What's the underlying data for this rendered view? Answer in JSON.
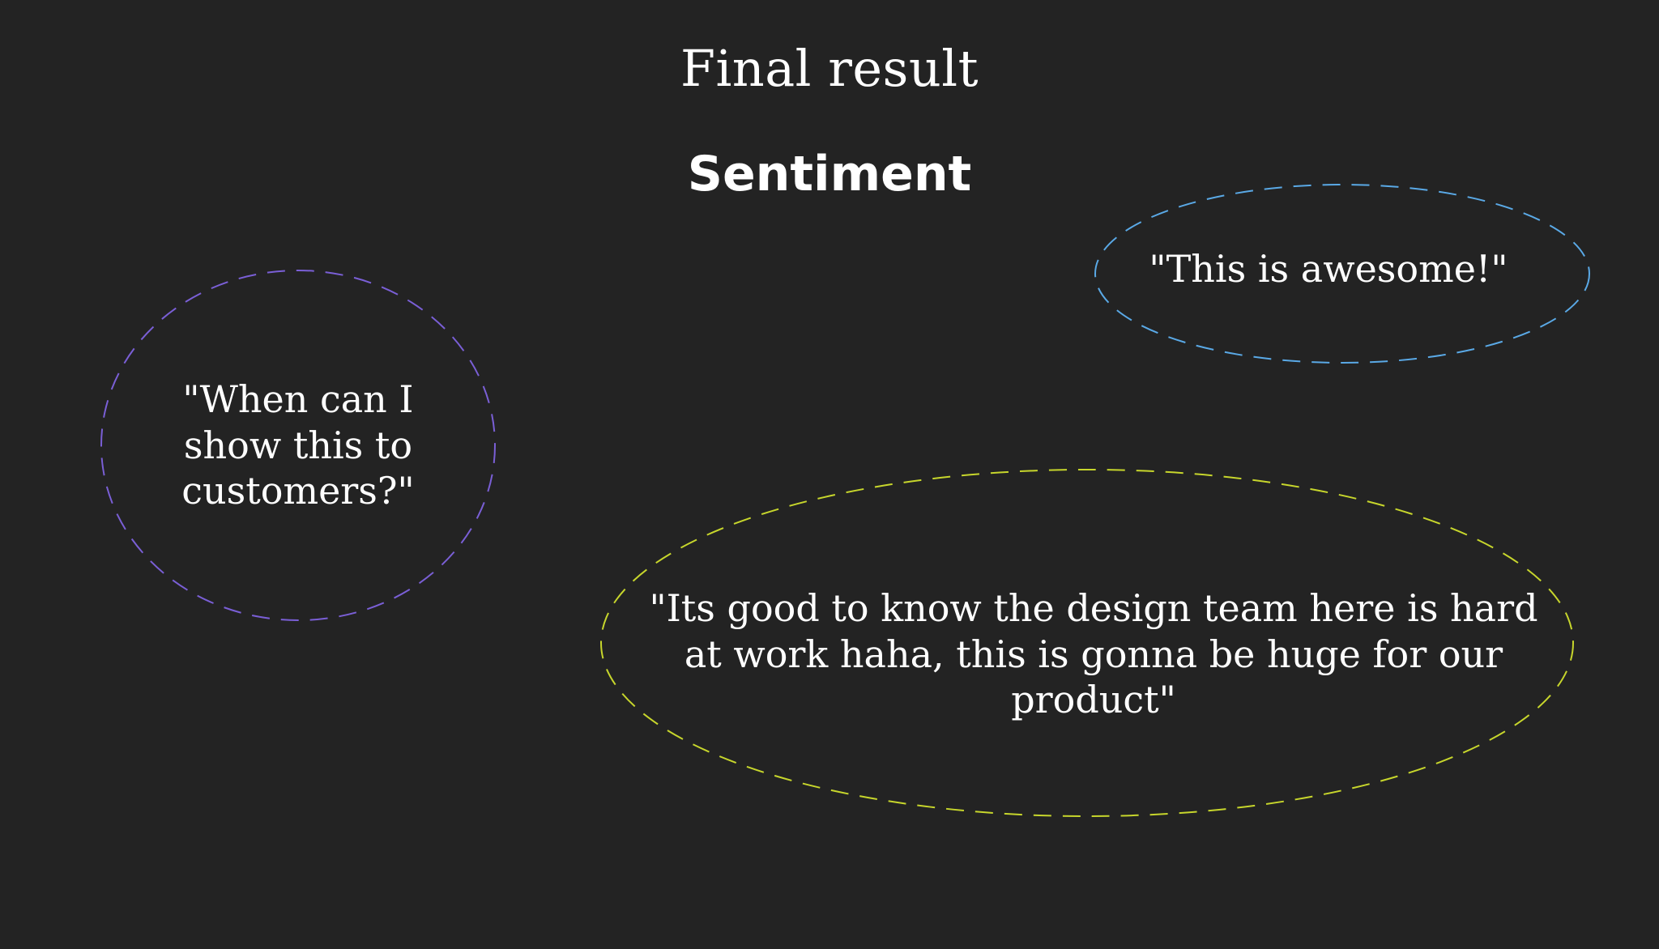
{
  "slide": {
    "title": "Final result",
    "section_title": "Sentiment"
  },
  "bubbles": [
    {
      "id": "awesome",
      "text": "\"This is awesome!\"",
      "color": "#5aa9e6"
    },
    {
      "id": "customers",
      "text": "\"When can I show this to customers?\"",
      "color": "#7a5fd6"
    },
    {
      "id": "design",
      "text": "\"Its good to know the design team here is hard at work haha, this is gonna be huge for our product\"",
      "color": "#c7d62c"
    }
  ],
  "colors": {
    "background": "#232323",
    "text": "#ffffff"
  }
}
